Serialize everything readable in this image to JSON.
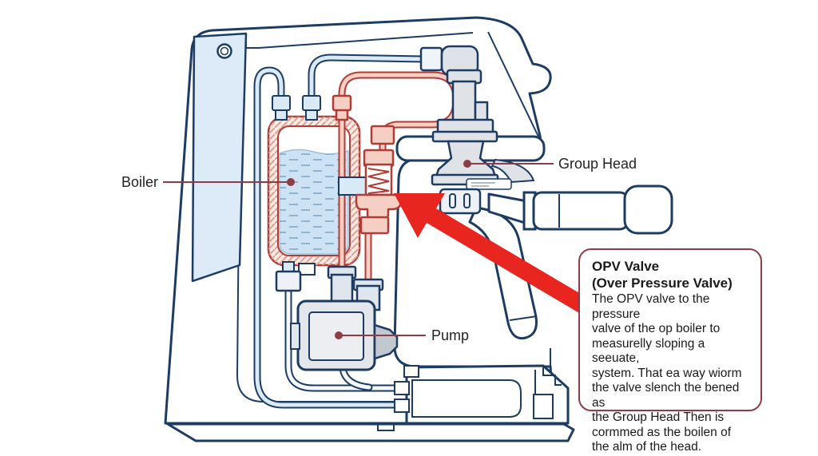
{
  "diagram": {
    "labels": {
      "boiler": "Boiler",
      "group_head": "Group Head",
      "pump": "Pump"
    },
    "callout": {
      "title": "OPV Valve",
      "subtitle": "(Over Pressure Valve)",
      "body": "The OPV valve to the pressure\nvalve of the op  boiler to\nmeasurelly sloping a seeuate,\nsystem. That ea way wiorm\nthe valve slench the bened as\nthe Group Head  Then is\ncormmed as the boilen of\nthe alm of the head."
    },
    "colors": {
      "outline_navy": "#1d3c63",
      "hot_line_red": "#b23b35",
      "hot_tube_fill": "#f5cfc3",
      "water_tube_fill": "#d9e9f6",
      "water_fill": "#cde3f4",
      "panel_blue": "#dcebf7",
      "metal_gray": "#dfe2e6",
      "arrow_red": "#e8251f",
      "leader_maroon": "#8e3d46"
    }
  }
}
